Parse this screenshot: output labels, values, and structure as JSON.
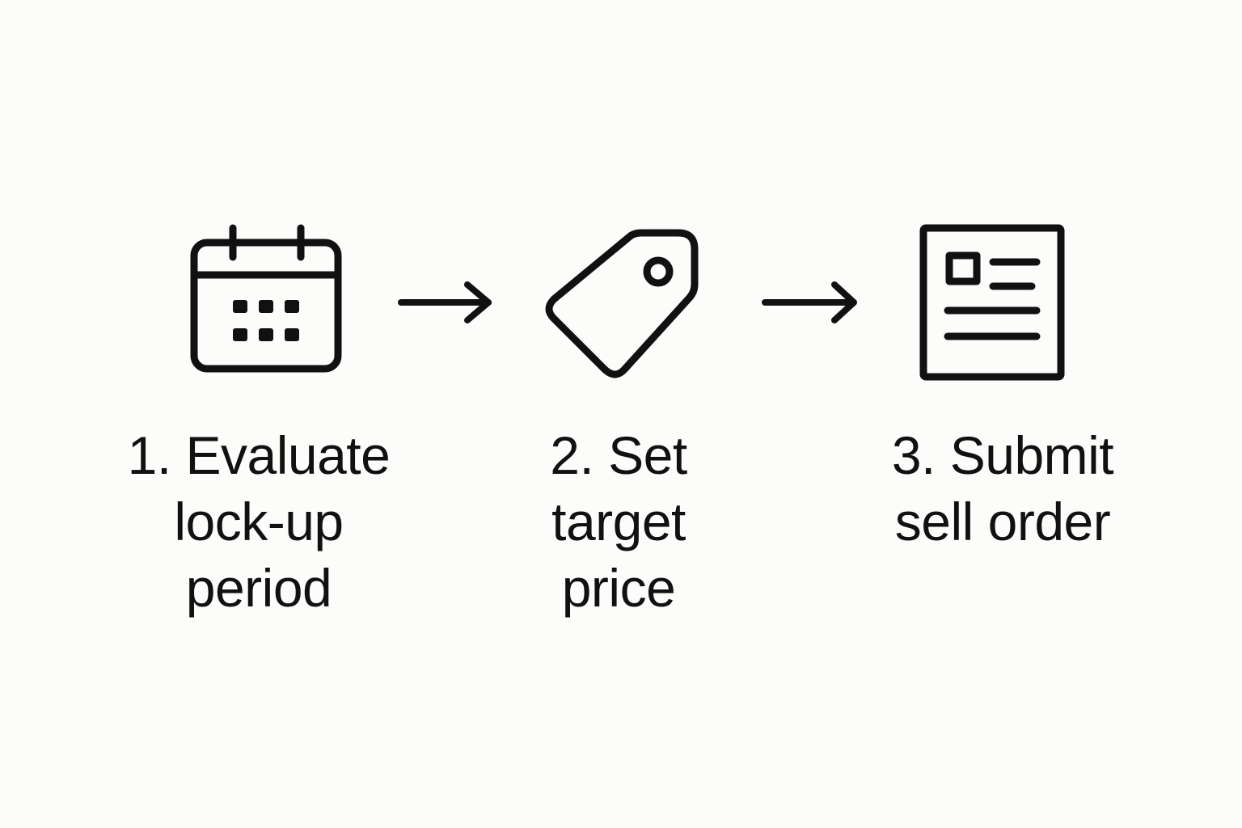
{
  "colors": {
    "background": "#fcfcfa",
    "ink": "#111111"
  },
  "steps": [
    {
      "icon": "calendar-icon",
      "lines": [
        "1. Evaluate",
        "lock-up",
        "period"
      ]
    },
    {
      "icon": "price-tag-icon",
      "lines": [
        "2. Set",
        "target",
        "price"
      ]
    },
    {
      "icon": "document-icon",
      "lines": [
        "3. Submit",
        "sell order"
      ]
    }
  ],
  "connectors": [
    "arrow-right-icon",
    "arrow-right-icon"
  ]
}
